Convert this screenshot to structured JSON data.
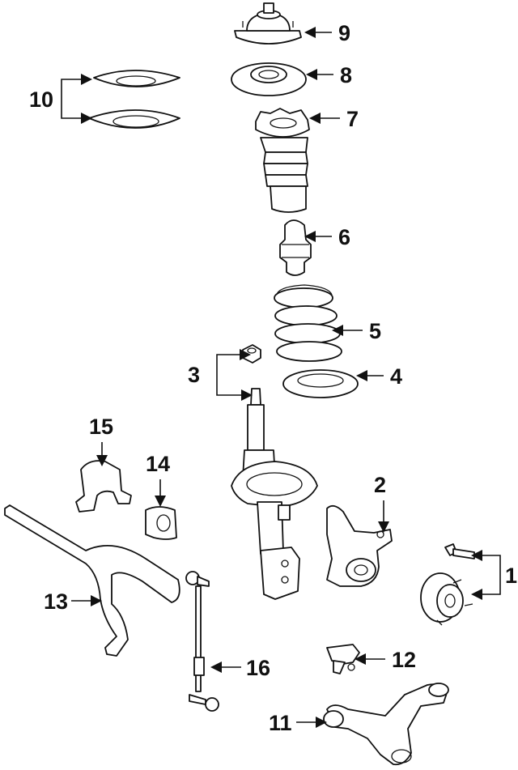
{
  "diagram": {
    "callouts": [
      {
        "id": "c1",
        "number": "1"
      },
      {
        "id": "c2",
        "number": "2"
      },
      {
        "id": "c3",
        "number": "3"
      },
      {
        "id": "c4",
        "number": "4"
      },
      {
        "id": "c5",
        "number": "5"
      },
      {
        "id": "c6",
        "number": "6"
      },
      {
        "id": "c7",
        "number": "7"
      },
      {
        "id": "c8",
        "number": "8"
      },
      {
        "id": "c9",
        "number": "9"
      },
      {
        "id": "c10",
        "number": "10"
      },
      {
        "id": "c11",
        "number": "11"
      },
      {
        "id": "c12",
        "number": "12"
      },
      {
        "id": "c13",
        "number": "13"
      },
      {
        "id": "c14",
        "number": "14"
      },
      {
        "id": "c15",
        "number": "15"
      },
      {
        "id": "c16",
        "number": "16"
      }
    ]
  }
}
